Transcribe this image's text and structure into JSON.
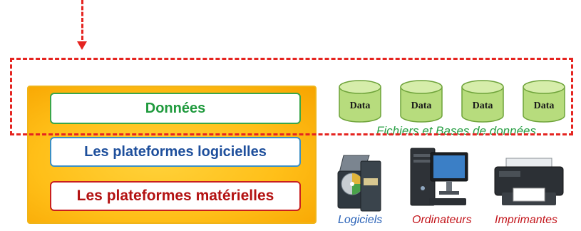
{
  "layers": {
    "data": "Données",
    "software": "Les plateformes logicielles",
    "hardware": "Les plateformes matérielles"
  },
  "data_stores": [
    {
      "label": "Data"
    },
    {
      "label": "Data"
    },
    {
      "label": "Data"
    },
    {
      "label": "Data"
    }
  ],
  "files_caption": "Fichiers et Bases de données",
  "devices": {
    "software": "Logiciels",
    "computers": "Ordinateurs",
    "printers": "Imprimantes"
  },
  "colors": {
    "highlight": "#e52420",
    "panel": "#ffbf18",
    "data_green": "#1f9a3d",
    "software_blue": "#1e4f9c",
    "hardware_red": "#b31212"
  }
}
